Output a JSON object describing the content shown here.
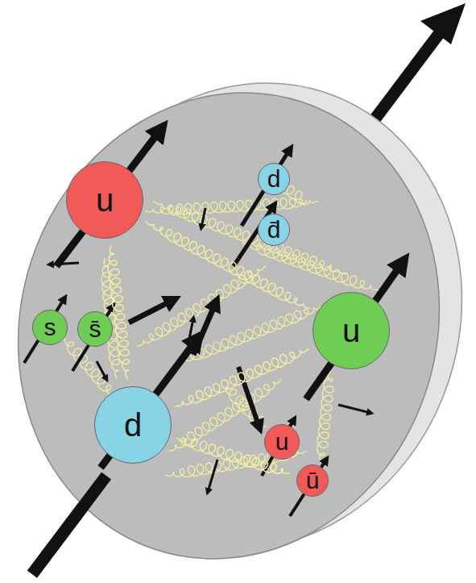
{
  "diagram": {
    "nodes": [
      {
        "text": [
          "u"
        ]
      },
      {
        "text": [
          "d"
        ]
      },
      {
        "text": [
          "d̄"
        ]
      },
      {
        "text": [
          "s"
        ]
      },
      {
        "text": [
          "s̄"
        ]
      },
      {
        "text": [
          "u"
        ]
      },
      {
        "text": [
          "d"
        ]
      },
      {
        "text": [
          "u"
        ]
      },
      {
        "text": [
          "ū"
        ]
      }
    ],
    "edges": [
      {
        "from": 0,
        "to": 5,
        "arrow": "none"
      },
      {
        "from": 0,
        "to": 6,
        "arrow": "none"
      },
      {
        "from": 6,
        "to": 5,
        "arrow": "none"
      },
      {
        "from": 6,
        "to": 8,
        "arrow": "none"
      }
    ]
  }
}
